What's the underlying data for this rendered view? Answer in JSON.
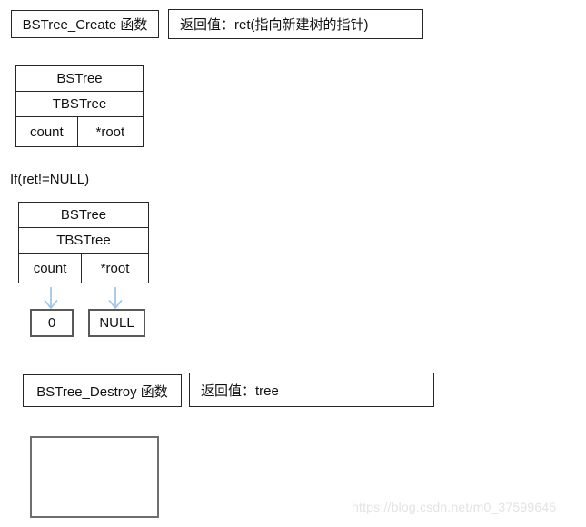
{
  "watermark": "https://blog.csdn.net/m0_37599645",
  "create_section": {
    "title": "BSTree_Create 函数",
    "return_value": "返回值：ret(指向新建树的指针)",
    "condition": "If(ret!=NULL)",
    "struct_before": {
      "rows": [
        "BSTree",
        "TBSTree"
      ],
      "fields": [
        "count",
        "*root"
      ]
    },
    "struct_after": {
      "rows": [
        "BSTree",
        "TBSTree"
      ],
      "fields": [
        "count",
        "*root"
      ]
    },
    "values": [
      "0",
      "NULL"
    ]
  },
  "destroy_section": {
    "title": "BSTree_Destroy 函数",
    "return_value": "返回值：tree"
  },
  "colors": {
    "arrow": "#9dc3e6",
    "border_dark": "#262626",
    "border_gray": "#595959",
    "watermark": "#e3e3e3"
  }
}
